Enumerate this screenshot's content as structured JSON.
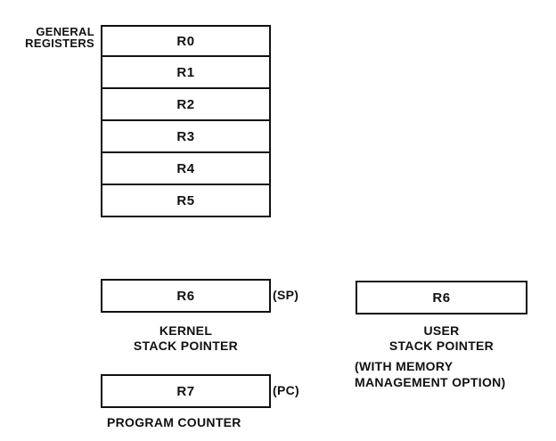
{
  "general_registers": {
    "label_line1": "GENERAL",
    "label_line2": "REGISTERS",
    "registers": [
      "R0",
      "R1",
      "R2",
      "R3",
      "R4",
      "R5"
    ]
  },
  "kernel_sp": {
    "register": "R6",
    "tag": "(SP)",
    "caption_line1": "KERNEL",
    "caption_line2": "STACK POINTER"
  },
  "user_sp": {
    "register": "R6",
    "caption_line1": "USER",
    "caption_line2": "STACK POINTER",
    "caption_line3": "(WITH MEMORY",
    "caption_line4": "MANAGEMENT OPTION)"
  },
  "program_counter": {
    "register": "R7",
    "tag": "(PC)",
    "caption": "PROGRAM COUNTER"
  }
}
